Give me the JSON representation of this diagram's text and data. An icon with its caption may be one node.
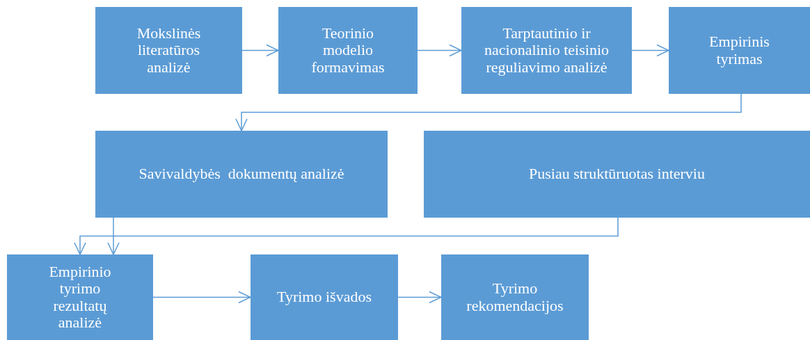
{
  "diagram": {
    "nodes": [
      {
        "text": [
          "Mokslinės literatūros analizė"
        ]
      },
      {
        "text": [
          "Teorinio modelio formavimas"
        ]
      },
      {
        "text": [
          "Tarptautinio ir nacionalinio teisinio reguliavimo analizė"
        ]
      },
      {
        "text": [
          "Empirinis tyrimas"
        ]
      },
      {
        "text": [
          "Savivaldybės  dokumentų analizė"
        ]
      },
      {
        "text": [
          "Pusiau struktūruotas interviu"
        ]
      },
      {
        "text": [
          "Empirinio tyrimo rezultatų analizė"
        ]
      },
      {
        "text": [
          "Tyrimo išvados"
        ]
      },
      {
        "text": [
          "Tyrimo rekomendacijos"
        ]
      }
    ],
    "edges": [
      {
        "from": 0,
        "to": 1,
        "arrow": "to"
      },
      {
        "from": 1,
        "to": 2,
        "arrow": "to"
      },
      {
        "from": 2,
        "to": 3,
        "arrow": "to"
      },
      {
        "from": 3,
        "to": 4,
        "arrow": "to"
      },
      {
        "from": 4,
        "to": 6,
        "arrow": "to"
      },
      {
        "from": 5,
        "to": 6,
        "arrow": "to"
      },
      {
        "from": 6,
        "to": 7,
        "arrow": "to"
      },
      {
        "from": 7,
        "to": 8,
        "arrow": "to"
      }
    ]
  }
}
